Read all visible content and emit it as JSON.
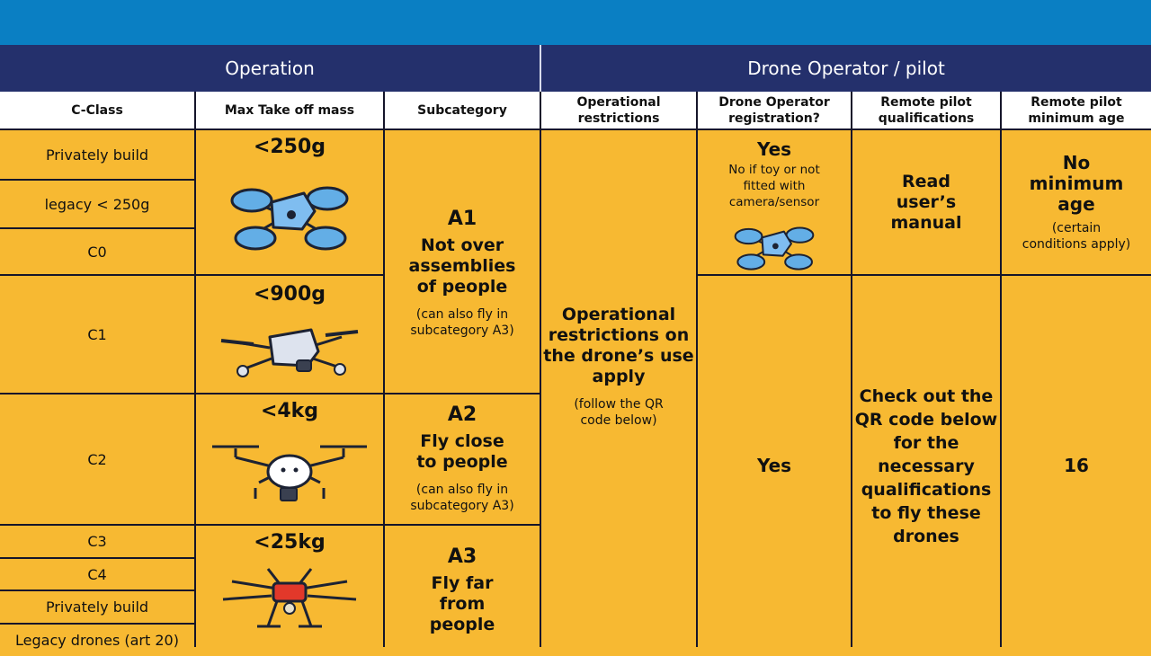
{
  "header_band": {
    "operation": "Operation",
    "operator": "Drone Operator / pilot"
  },
  "columns": {
    "c_class": "C-Class",
    "mass": "Max Take off mass",
    "subcategory": "Subcategory",
    "restrictions": "Operational restrictions",
    "registration": "Drone Operator registration?",
    "qualifications": "Remote pilot qualifications",
    "min_age": "Remote pilot minimum age"
  },
  "classes": [
    "Privately build",
    "legacy < 250g",
    "C0",
    "C1",
    "C2",
    "C3",
    "C4",
    "Privately build",
    "Legacy drones (art 20)"
  ],
  "masses": [
    "<250g",
    "<900g",
    "<4kg",
    "<25kg"
  ],
  "subcategories": {
    "a1": {
      "title": "A1",
      "text": "Not over assemblies of people",
      "note": "(can also fly in subcategory A3)"
    },
    "a2": {
      "title": "A2",
      "text": "Fly close to people",
      "note": "(can also fly in subcategory A3)"
    },
    "a3": {
      "title": "A3",
      "text": "Fly far from people"
    }
  },
  "restrictions": {
    "text": "Operational restrictions on the drone’s use apply",
    "note": "(follow the QR code below)"
  },
  "registration": {
    "small": {
      "answer": "Yes",
      "note": "No if toy or not fitted with camera/sensor"
    },
    "large": {
      "answer": "Yes"
    }
  },
  "qualifications": {
    "small": "Read user’s manual",
    "large": "Check out the QR code below for the necessary qualifications to fly these drones"
  },
  "min_age": {
    "small": {
      "text": "No minimum age",
      "note": "(certain conditions apply)"
    },
    "large": "16"
  },
  "icons": [
    "mini-drone-icon",
    "camera-drone-icon",
    "quadcopter-icon",
    "hexacopter-icon"
  ],
  "colors": {
    "band": "#24306c",
    "topbar": "#0a7fc3",
    "cell": "#f7b932",
    "grid": "#15152a",
    "drone_blue": "#63aee6",
    "drone_red": "#e2382a"
  }
}
